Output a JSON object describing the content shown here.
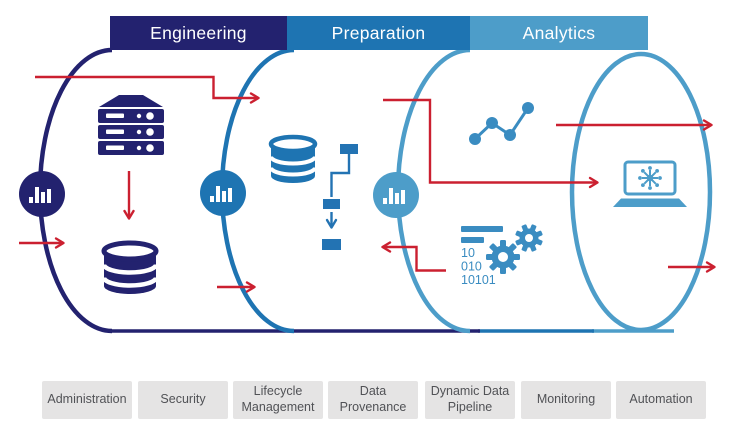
{
  "stages": [
    {
      "label": "Engineering",
      "color": "#23226f"
    },
    {
      "label": "Preparation",
      "color": "#1e74b2"
    },
    {
      "label": "Analytics",
      "color": "#4d9dc9"
    }
  ],
  "capabilities": [
    "Administration",
    "Security",
    "Lifecycle Management",
    "Data Provenance",
    "Dynamic Data Pipeline",
    "Monitoring",
    "Automation"
  ],
  "binary_code": {
    "line1": "10",
    "line2": "010",
    "line3": "10101"
  },
  "icons": {
    "engineering": [
      "bar-chart-node-icon",
      "server-icon",
      "database-icon"
    ],
    "preparation": [
      "bar-chart-node-icon",
      "database-icon",
      "flowchart-icon"
    ],
    "analytics": [
      "bar-chart-node-icon",
      "line-chart-icon",
      "gears-binary-icon",
      "laptop-hub-icon"
    ]
  },
  "colors": {
    "navy": "#23226f",
    "medium_blue": "#1e74b2",
    "light_blue": "#4d9dc9",
    "icon_blue": "#3a8cc1",
    "arrow_red": "#cb2030",
    "capability_bg": "#e5e4e4",
    "capability_text": "#515256"
  }
}
